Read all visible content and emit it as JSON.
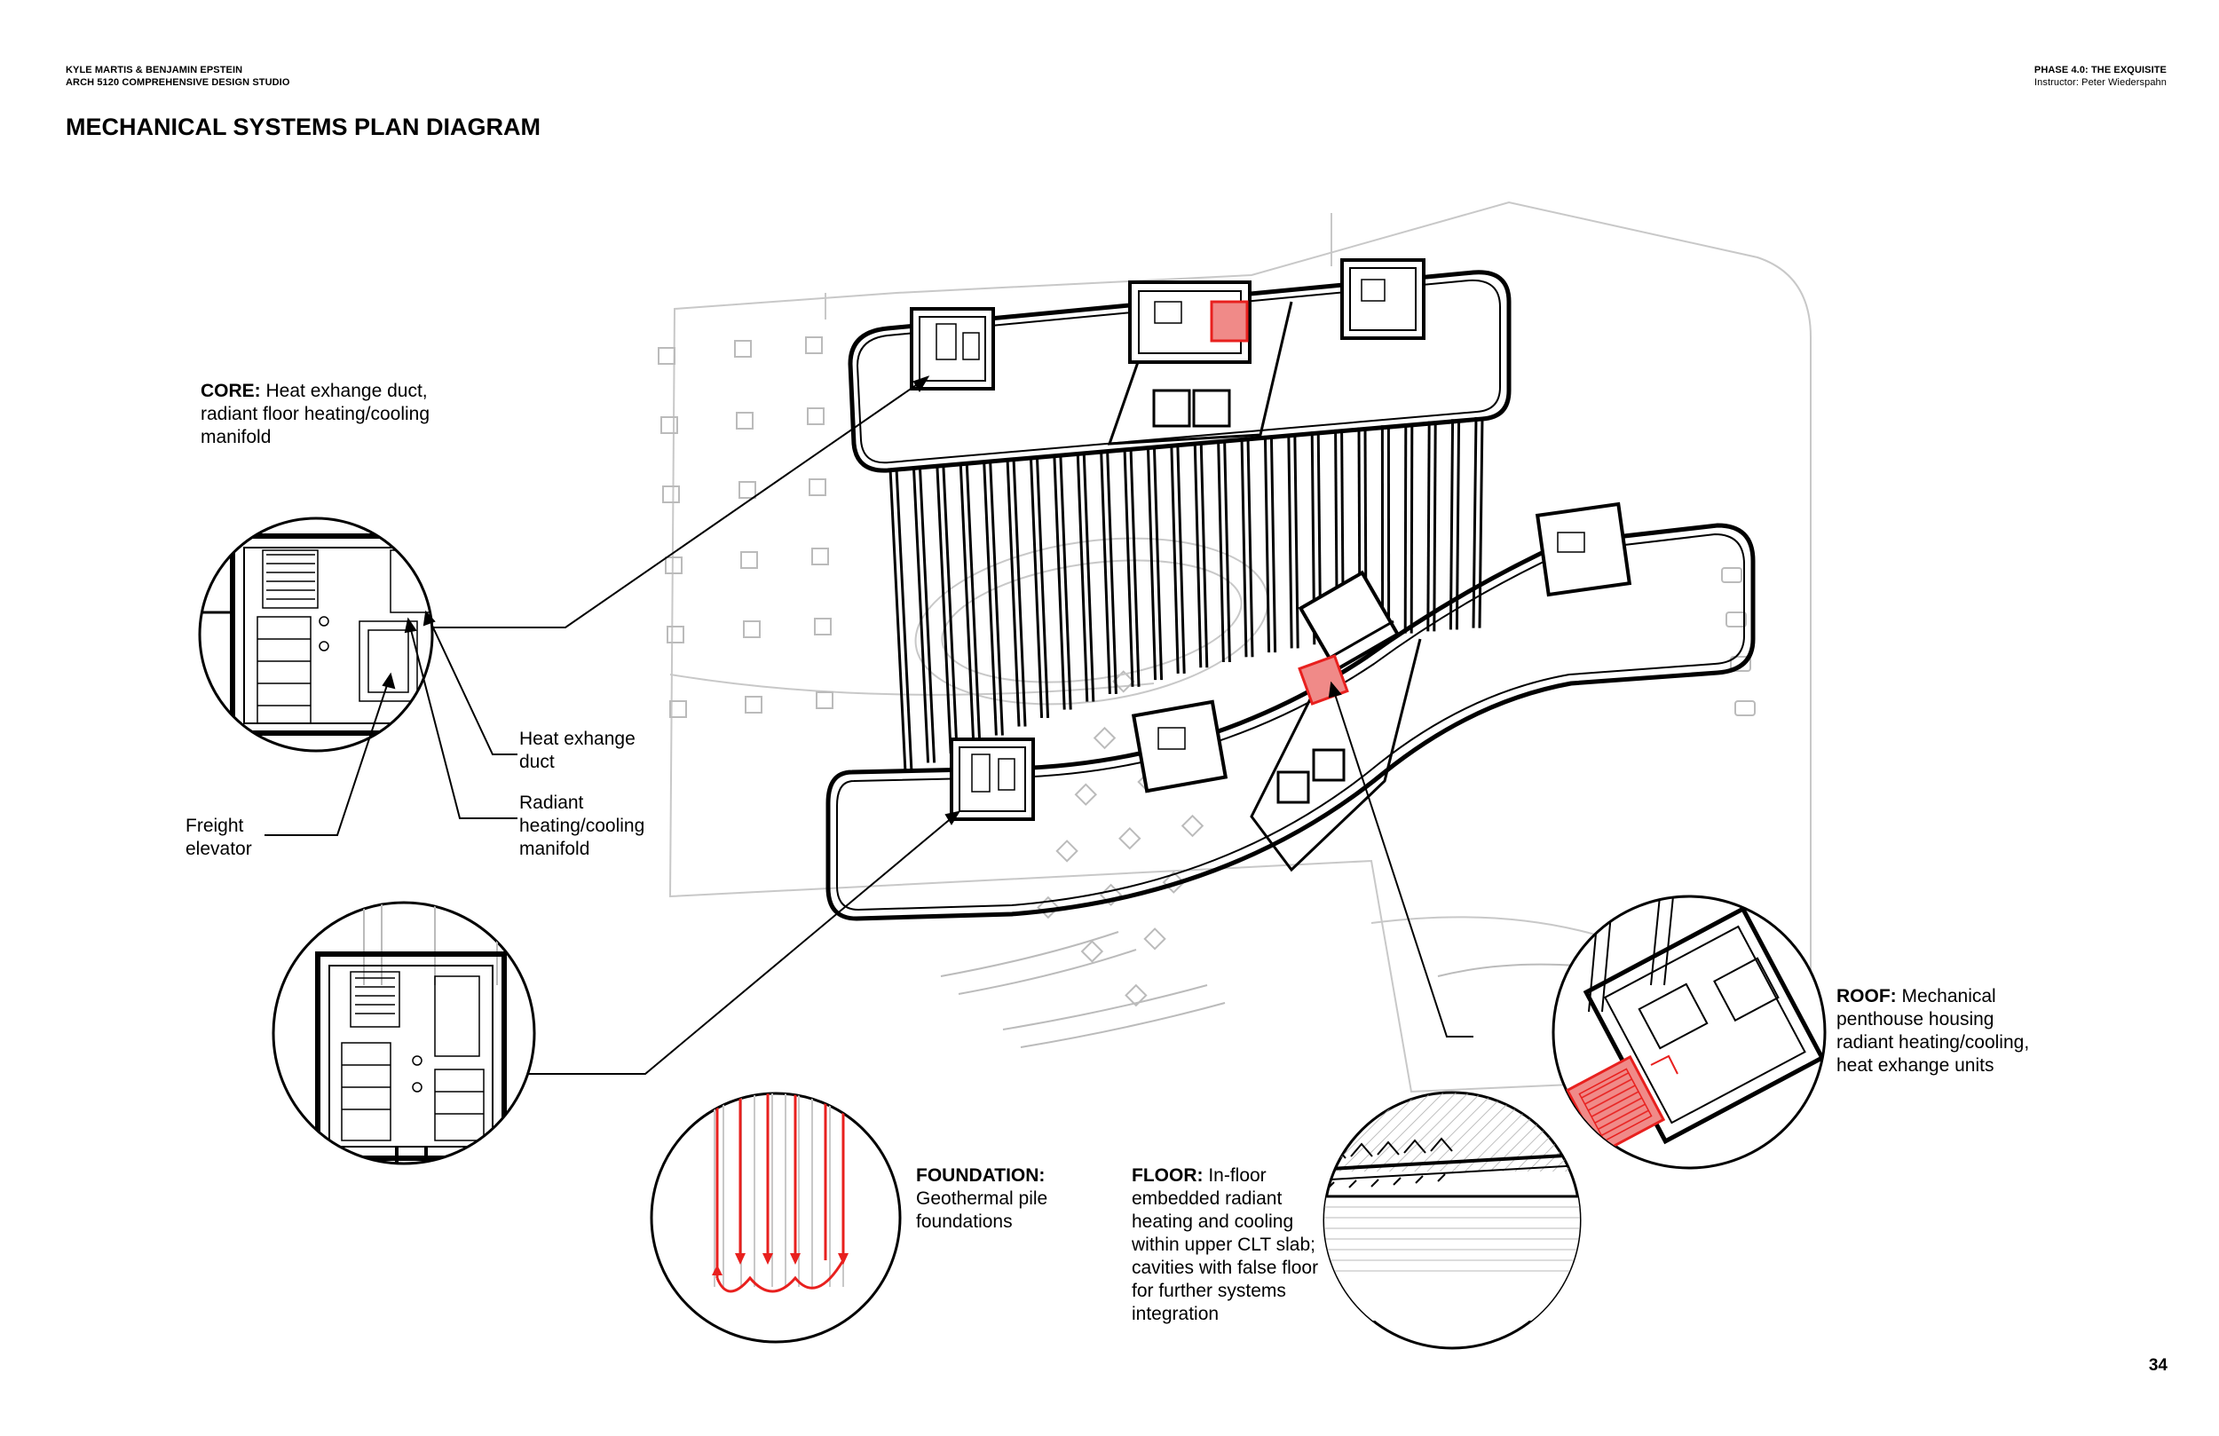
{
  "header": {
    "authors": "KYLE MARTIS & BENJAMIN EPSTEIN",
    "course": "ARCH 5120 COMPREHENSIVE DESIGN STUDIO",
    "phase": "PHASE 4.0: THE EXQUISITE",
    "instructor": "Instructor: Peter Wiederspahn"
  },
  "title": "MECHANICAL SYSTEMS PLAN DIAGRAM",
  "page_number": "34",
  "callouts": {
    "core": {
      "heading": "CORE:",
      "line1": " Heat exhange duct,",
      "line2": "radiant floor heating/cooling",
      "line3": "manifold"
    },
    "heat_duct": {
      "line1": "Heat exhange",
      "line2": "duct"
    },
    "radiant_manifold": {
      "line1": "Radiant",
      "line2": "heating/cooling",
      "line3": "manifold"
    },
    "freight_elevator": {
      "line1": "Freight",
      "line2": "elevator"
    },
    "foundation": {
      "heading": "FOUNDATION:",
      "line1": "Geothermal pile",
      "line2": "foundations"
    },
    "floor": {
      "heading": "FLOOR:",
      "line1": " In-floor",
      "line2": "embedded radiant",
      "line3": "heating and cooling",
      "line4": "within upper CLT slab;",
      "line5": "cavities with false floor",
      "line6": "for further systems",
      "line7": "integration"
    },
    "roof": {
      "heading": "ROOF:",
      "line1": " Mechanical",
      "line2": "penthouse housing",
      "line3": "radiant heating/cooling,",
      "line4": "heat exhange units"
    }
  },
  "colors": {
    "ink": "#000000",
    "accent": "#e8201e",
    "accent_fill": "#f08a88",
    "faint": "#c8c8c8"
  }
}
